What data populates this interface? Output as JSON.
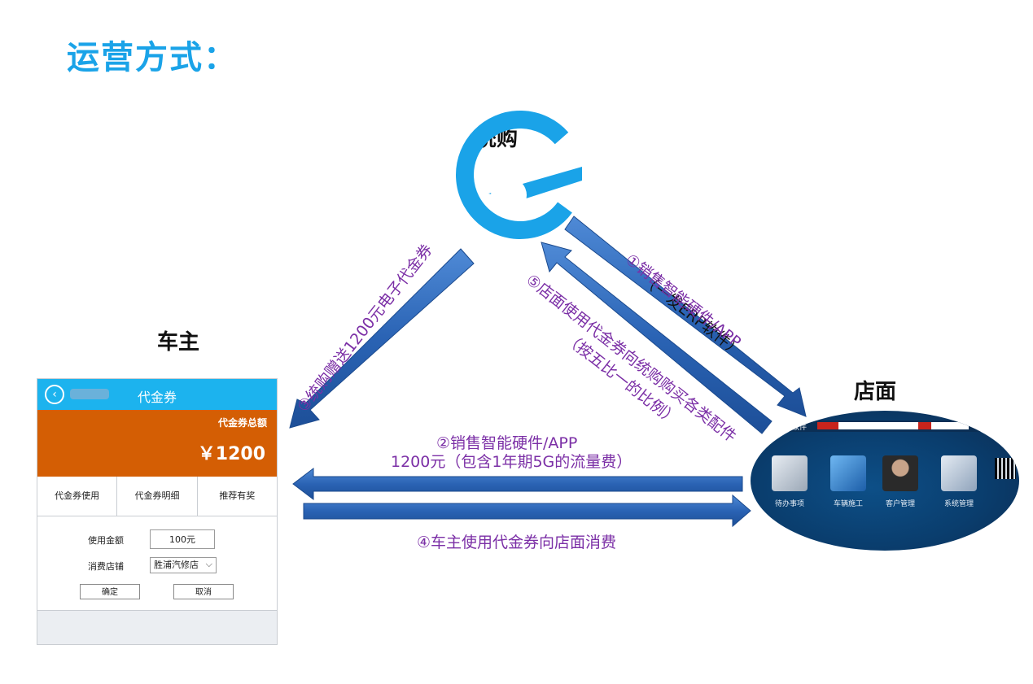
{
  "page_title": "运营方式：",
  "nodes": {
    "tonggou": "统购",
    "chezhu": "车主",
    "dianmian": "店面"
  },
  "flows": {
    "step1_line1": "（一发ERP软件）",
    "step1_line2": "①销售智能硬件/APP",
    "step2_line1": "②销售智能硬件/APP",
    "step2_line2": "1200元（包含1年期5G的流量费）",
    "step3": "③统购赠送1200元电子代金券",
    "step4": "④车主使用代金券向店面消费",
    "step5_line1": "⑤店面使用代金券向统购购买各类配件",
    "step5_line2": "（按五比一的比例）"
  },
  "phone": {
    "back_icon": "‹",
    "title": "代金券",
    "balance_label": "代金券总额",
    "balance_amount": "￥1200",
    "tabs": [
      "代金券使用",
      "代金券明细",
      "推荐有奖"
    ],
    "amount_label": "使用金额",
    "amount_value": "100元",
    "store_label": "消费店铺",
    "store_value": "胜浦汽修店",
    "confirm_label": "确定",
    "cancel_label": "取消"
  },
  "store_screen": {
    "brand": "发软件",
    "tiles": [
      "待办事项",
      "车辆施工",
      "客户管理",
      "系统管理"
    ]
  },
  "colors": {
    "title": "#1aa3e8",
    "arrow": "#2c68b8",
    "flow_text": "#7b2fa6",
    "logo": "#1aa3e8",
    "phone_header": "#1cb3ee",
    "balance_bg": "#d45e04"
  }
}
